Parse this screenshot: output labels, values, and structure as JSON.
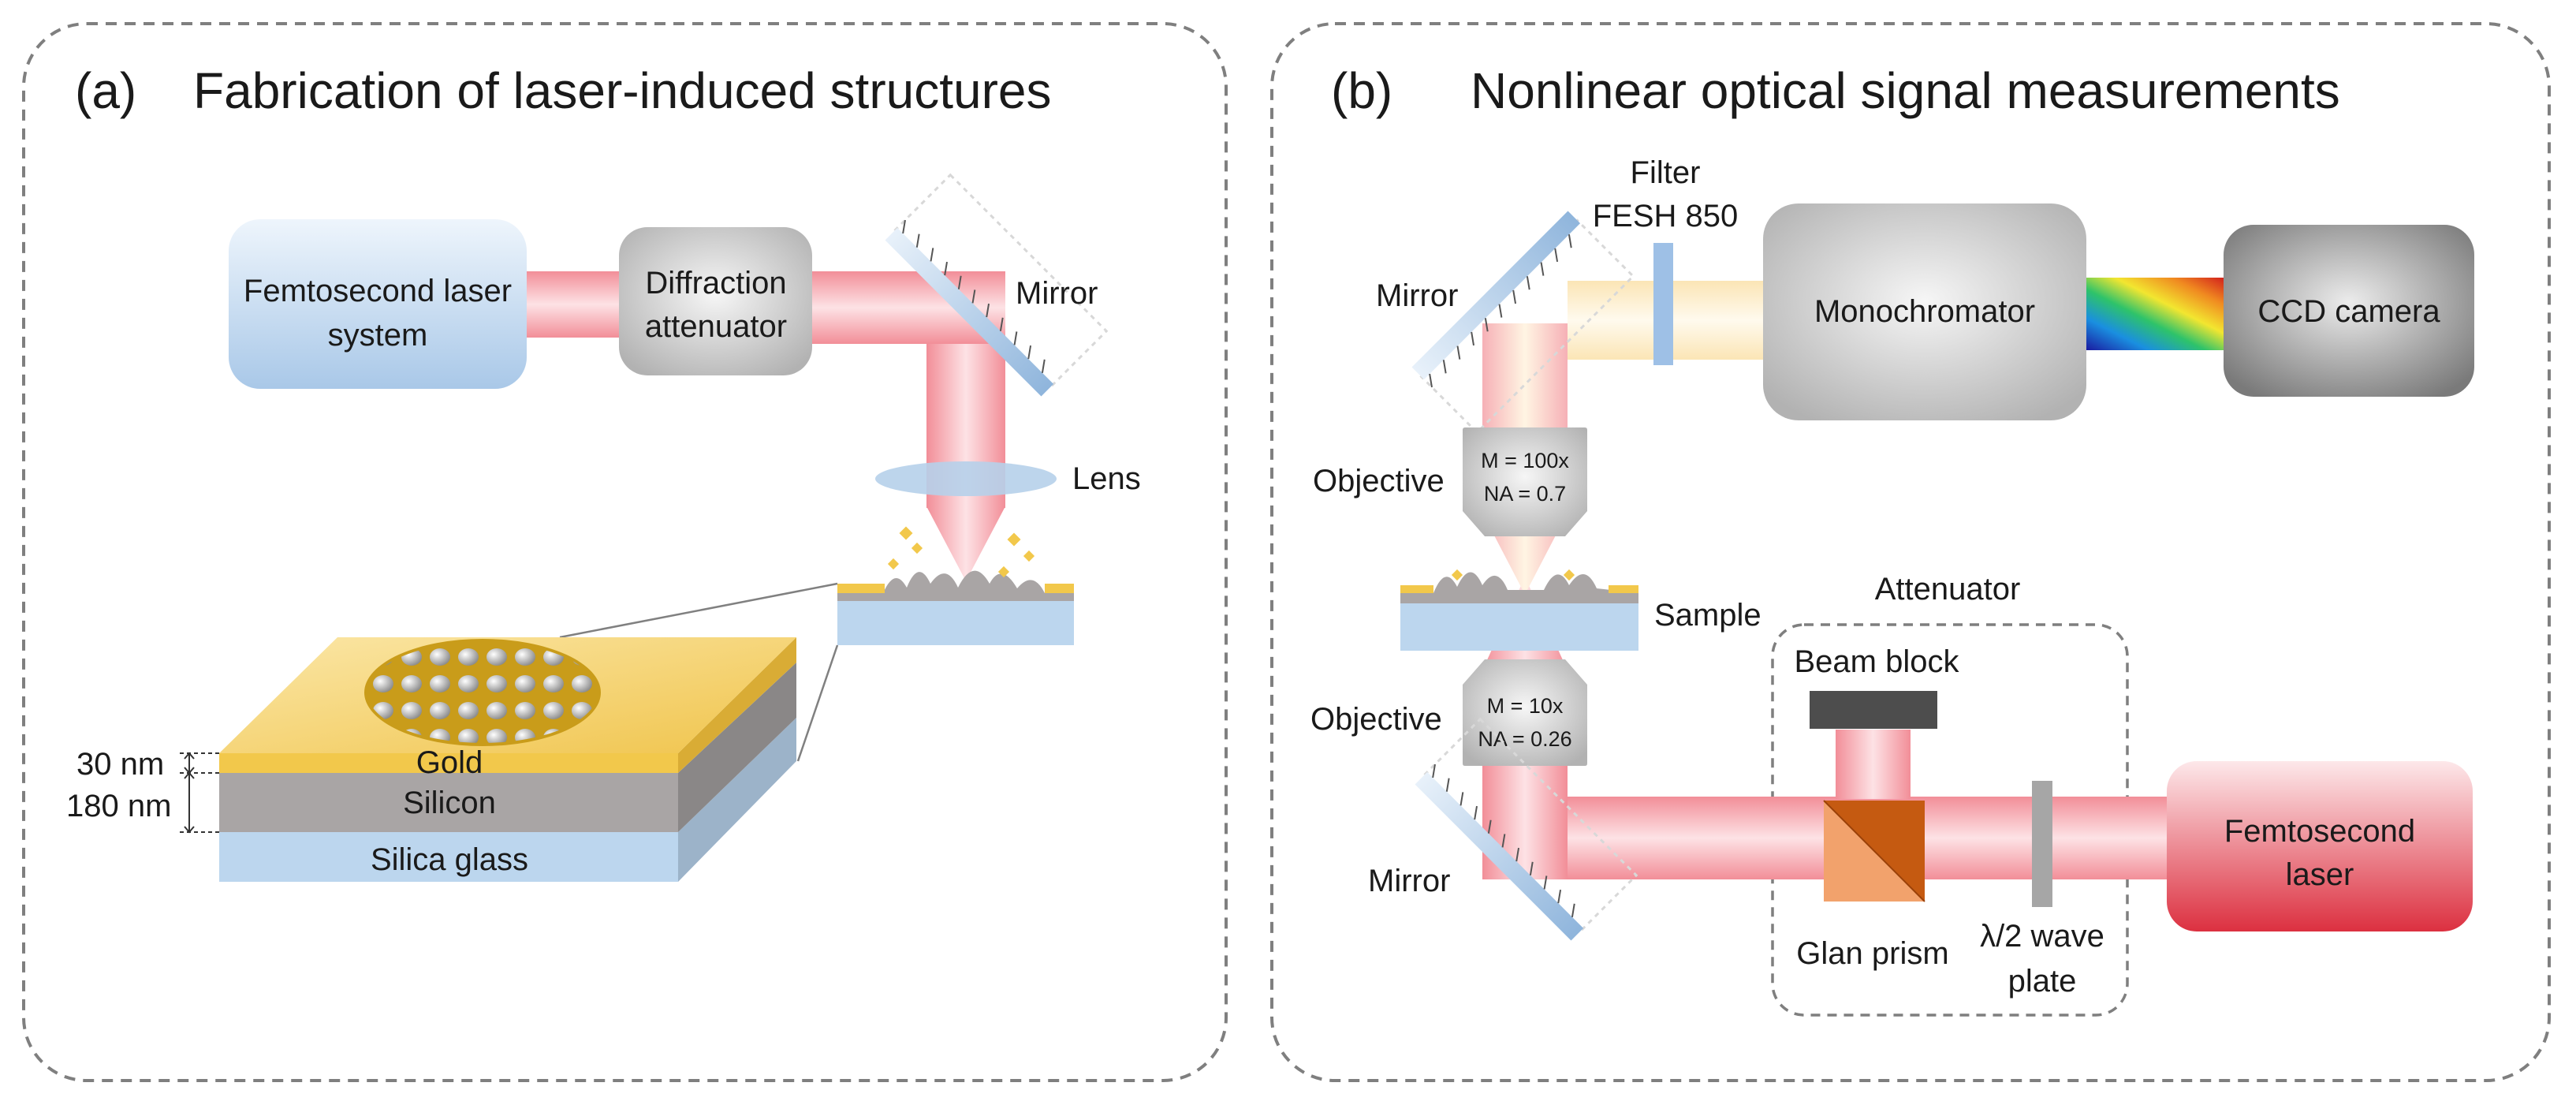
{
  "panel_a": {
    "tag": "(a)",
    "title": "Fabrication of laser-induced structures",
    "laser_line1": "Femtosecond laser",
    "laser_line2": "system",
    "atten_line1": "Diffraction",
    "atten_line2": "attenuator",
    "mirror": "Mirror",
    "lens": "Lens",
    "layer_gold": "Gold",
    "layer_silicon": "Silicon",
    "layer_glass": "Silica glass",
    "thickness_gold": "30 nm",
    "thickness_silicon": "180 nm"
  },
  "panel_b": {
    "tag": "(b)",
    "title": "Nonlinear optical signal measurements",
    "filter_line1": "Filter",
    "filter_line2": "FESH 850",
    "monochromator": "Monochromator",
    "ccd": "CCD camera",
    "mirror_top": "Mirror",
    "objective_top": "Objective",
    "obj_top_m": "M = 100x",
    "obj_top_na": "NA = 0.7",
    "sample": "Sample",
    "attenuator": "Attenuator",
    "beam_block": "Beam block",
    "objective_bottom": "Objective",
    "obj_bottom_m": "M = 10x",
    "obj_bottom_na": "NA = 0.26",
    "mirror_bottom": "Mirror",
    "laser_line1": "Femtosecond",
    "laser_line2": "laser",
    "glan": "Glan prism",
    "waveplate_line1": "λ/2 wave",
    "waveplate_line2": "plate"
  },
  "colors": {
    "laser_red": "#e03848",
    "beam_red": "#f4a0a8",
    "gold": "#f2c84b",
    "glass_blue": "#bcd6ee",
    "silicon_gray": "#a9a5a5",
    "prism_orange": "#c55a11"
  }
}
